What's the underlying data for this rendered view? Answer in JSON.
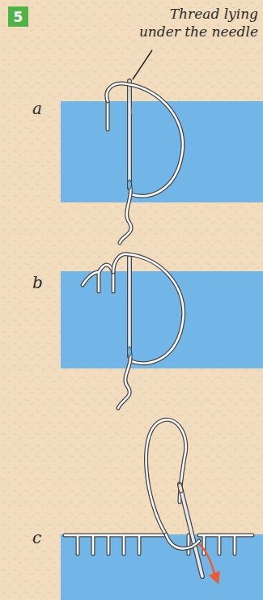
{
  "diagram": {
    "nodes": [
      {
        "text": [
          "5"
        ]
      }
    ],
    "labels": [
      "Thread lying under the needle",
      "a",
      "b",
      "c"
    ]
  }
}
